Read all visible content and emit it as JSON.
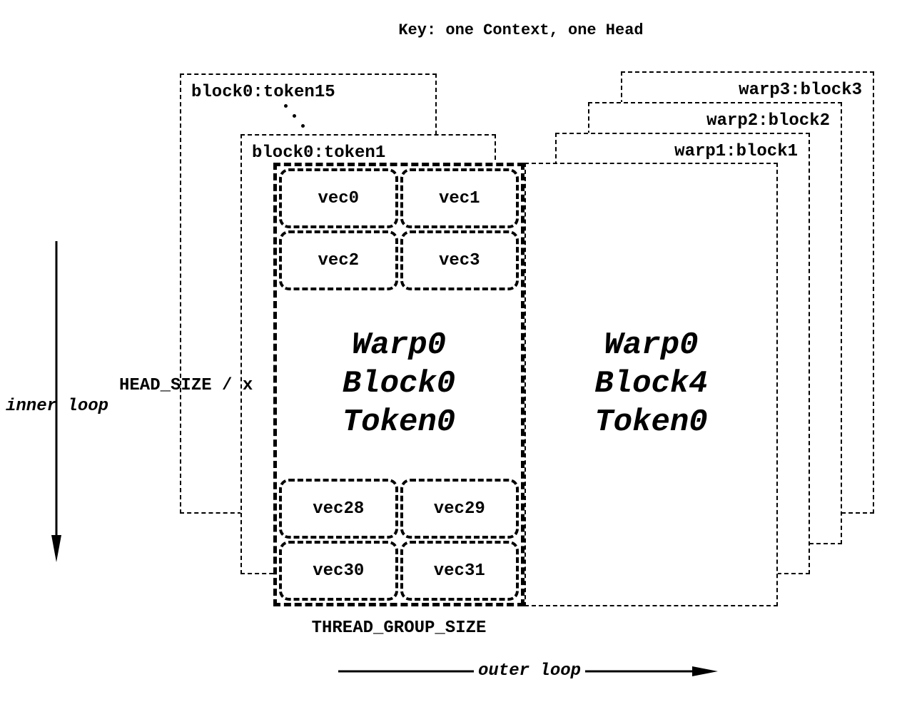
{
  "title": "Key: one Context, one Head",
  "colors": {
    "foreground": "#000000",
    "background": "#ffffff"
  },
  "left_stack": {
    "token15": "block0:token15",
    "token1": "block0:token1"
  },
  "right_stack": {
    "warp3": "warp3:block3",
    "warp2": "warp2:block2",
    "warp1": "warp1:block1"
  },
  "block0": {
    "line1": "Warp0",
    "line2": "Block0",
    "line3": "Token0",
    "vecs_top": [
      "vec0",
      "vec1",
      "vec2",
      "vec3"
    ],
    "vecs_bottom": [
      "vec28",
      "vec29",
      "vec30",
      "vec31"
    ]
  },
  "block4": {
    "line1": "Warp0",
    "line2": "Block4",
    "line3": "Token0"
  },
  "labels": {
    "head_size": "HEAD_SIZE / x",
    "inner_loop": "inner loop",
    "thread_group_size": "THREAD_GROUP_SIZE",
    "outer_loop": "outer loop"
  }
}
